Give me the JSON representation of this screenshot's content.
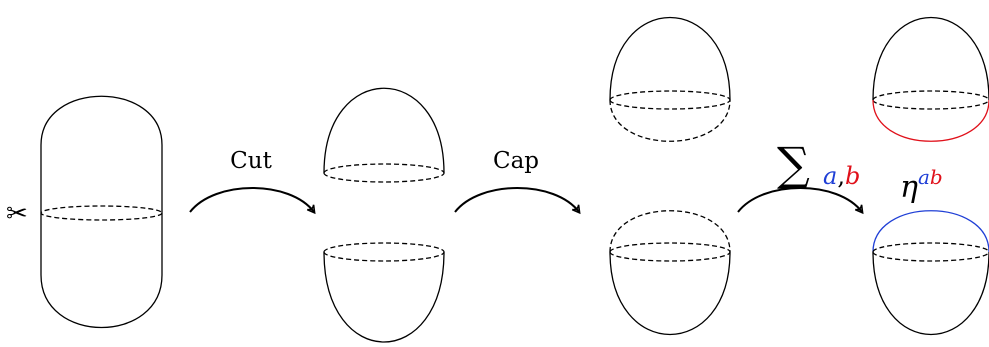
{
  "labels": {
    "cut": "Cut",
    "cap": "Cap",
    "sum_symbol": "∑",
    "sum_index_a": "a",
    "sum_index_comma": ",",
    "sum_index_b": "b",
    "eta": "η",
    "eta_sup_a": "a",
    "eta_sup_b": "b"
  },
  "icons": {
    "scissors": "✂"
  },
  "colors": {
    "stroke": "#000000",
    "index_a": "#1f3fd6",
    "index_b": "#e0101a",
    "upper_boundary": "#e0101a",
    "lower_boundary": "#1f3fd6"
  }
}
